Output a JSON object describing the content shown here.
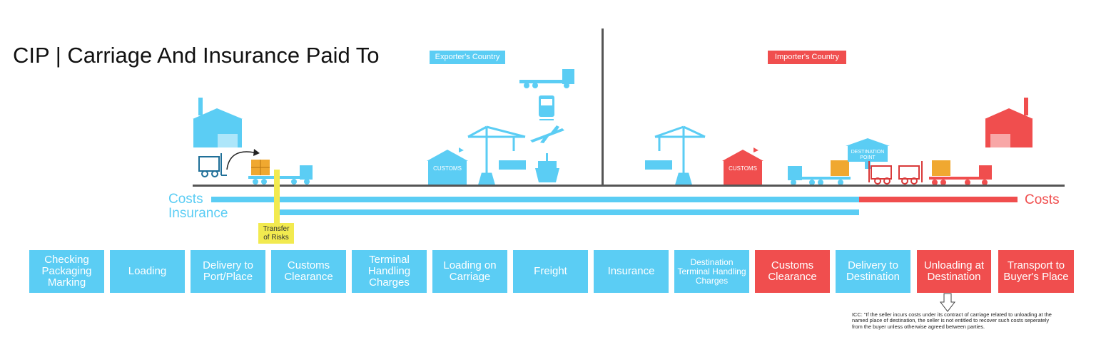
{
  "title": "CIP | Carriage And Insurance Paid To",
  "exporter_label": "Exporter's Country",
  "importer_label": "Importer's Country",
  "costs_left": "Costs",
  "insurance_left": "Insurance",
  "costs_right": "Costs",
  "transfer_label_line1": "Transfer",
  "transfer_label_line2": "of Risks",
  "customs_sign": "CUSTOMS",
  "destination_sign_line1": "DESTINATION",
  "destination_sign_line2": "POINT",
  "steps": [
    {
      "label": "Checking Packaging Marking",
      "color": "blue"
    },
    {
      "label": "Loading",
      "color": "blue"
    },
    {
      "label": "Delivery to Port/Place",
      "color": "blue"
    },
    {
      "label": "Customs Clearance",
      "color": "blue"
    },
    {
      "label": "Terminal Handling Charges",
      "color": "blue"
    },
    {
      "label": "Loading on Carriage",
      "color": "blue"
    },
    {
      "label": "Freight",
      "color": "blue"
    },
    {
      "label": "Insurance",
      "color": "blue"
    },
    {
      "label": "Destination Terminal Handling Charges",
      "color": "blue"
    },
    {
      "label": "Customs Clearance",
      "color": "red"
    },
    {
      "label": "Delivery to Destination",
      "color": "blue"
    },
    {
      "label": "Unloading at Destination",
      "color": "red"
    },
    {
      "label": "Transport to Buyer's Place",
      "color": "red"
    }
  ],
  "icc_note": "ICC: \"If the seller incurs costs under its contract of carriage related to unloading at the named place of destination, the seller is not entitled to recover such costs seperately from the buyer unless otherwise agreed between parties.",
  "colors": {
    "seller": "#5bcdf4",
    "buyer": "#f04e4e",
    "risk": "#f2ea4f",
    "line": "#555555"
  },
  "icons": [
    "factory-icon",
    "forklift-icon",
    "truck-icon",
    "customs-house-icon",
    "crane-icon",
    "container-icon",
    "ship-icon",
    "train-icon",
    "airplane-icon",
    "destination-sign-icon"
  ]
}
